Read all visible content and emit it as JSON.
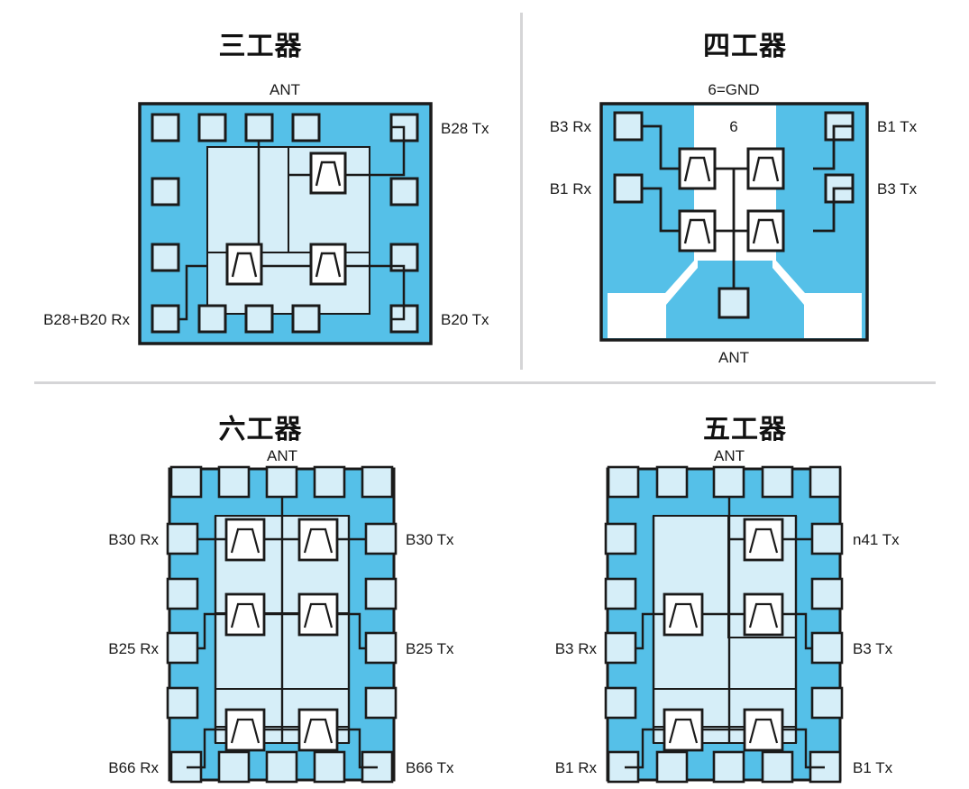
{
  "figure": {
    "background_color": "#ffffff",
    "divider_color": "#d5d5d7",
    "package_fill": "#55c0e8",
    "pad_fill": "#d6eef8",
    "die_fill": "#d6eef8",
    "ground_fill": "#ffffff",
    "outline_color": "#1a1a1a",
    "filter_fill": "#ffffff"
  },
  "panels": [
    {
      "id": "triplexer",
      "title": "三工器",
      "top_label": "ANT",
      "bottom_label": "",
      "inner_label": "",
      "filter_count": 3,
      "right_labels": [
        "B28 Tx",
        "B20 Tx"
      ],
      "left_labels": [
        "B28+B20 Rx"
      ],
      "ports": [
        "ANT",
        "B28 Tx",
        "B20 Tx",
        "B28+B20 Rx"
      ]
    },
    {
      "id": "quadplexer",
      "title": "四工器",
      "top_label": "6=GND",
      "bottom_label": "ANT",
      "inner_label": "6",
      "filter_count": 4,
      "left_labels": [
        "B3 Rx",
        "B1 Rx"
      ],
      "right_labels": [
        "B1 Tx",
        "B3 Tx"
      ],
      "ports": [
        "6=GND",
        "ANT",
        "B3 Rx",
        "B1 Rx",
        "B1 Tx",
        "B3 Tx"
      ]
    },
    {
      "id": "hexaplexer",
      "title": "六工器",
      "top_label": "ANT",
      "bottom_label": "",
      "inner_label": "",
      "filter_count": 6,
      "left_labels": [
        "B30 Rx",
        "B25 Rx",
        "B66 Rx"
      ],
      "right_labels": [
        "B30 Tx",
        "B25 Tx",
        "B66 Tx"
      ],
      "ports": [
        "ANT",
        "B30 Rx",
        "B25 Rx",
        "B66 Rx",
        "B30 Tx",
        "B25 Tx",
        "B66 Tx"
      ]
    },
    {
      "id": "pentaplexer",
      "title": "五工器",
      "top_label": "ANT",
      "bottom_label": "",
      "inner_label": "",
      "filter_count": 5,
      "left_labels": [
        "B3 Rx",
        "B1 Rx"
      ],
      "right_labels": [
        "n41 Tx",
        "B3 Tx",
        "B1 Tx"
      ],
      "ports": [
        "ANT",
        "n41 Tx",
        "B3 Rx",
        "B3 Tx",
        "B1 Rx",
        "B1 Tx"
      ]
    }
  ]
}
